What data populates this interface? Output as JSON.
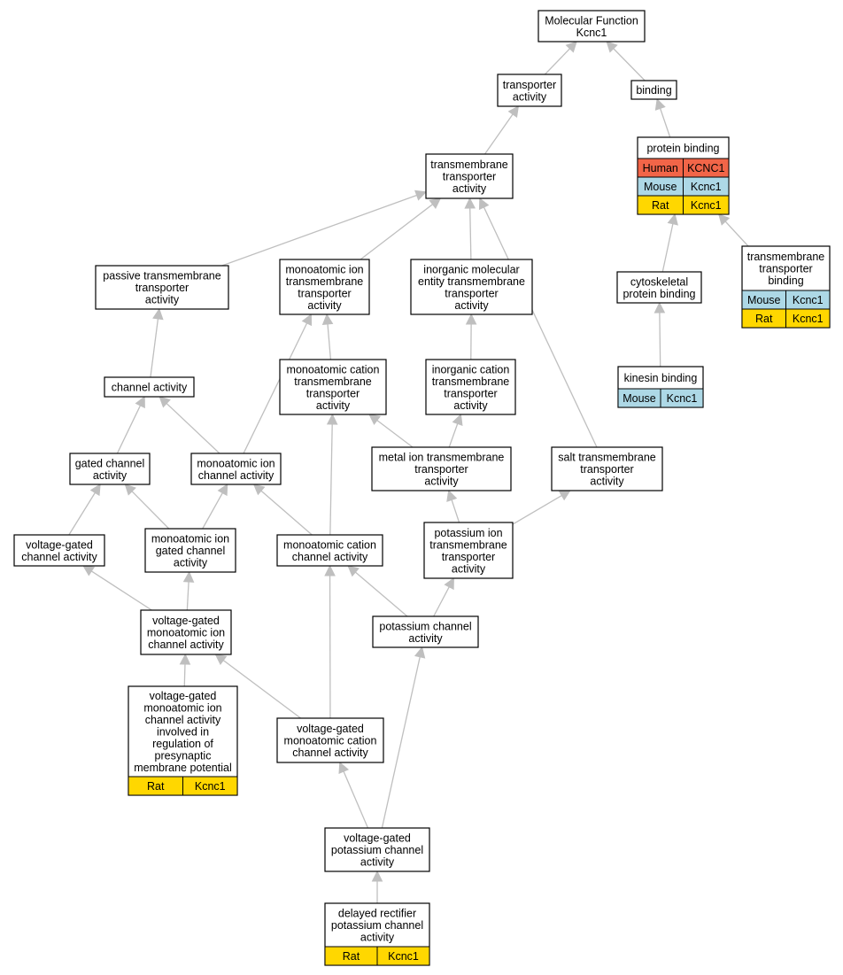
{
  "colors": {
    "edge": "#bfbfbf",
    "node_border": "#000000",
    "node_fill": "#ffffff",
    "human": "#f26548",
    "mouse": "#add8e6",
    "rat": "#ffd700"
  },
  "nodes": [
    {
      "id": "molecular_function",
      "lines": [
        "Molecular Function",
        "Kcnc1"
      ]
    },
    {
      "id": "transporter_activity",
      "lines": [
        "transporter",
        "activity"
      ]
    },
    {
      "id": "binding",
      "lines": [
        "binding"
      ]
    },
    {
      "id": "protein_binding",
      "lines": [
        "protein binding"
      ],
      "rows": [
        [
          "Human",
          "KCNC1"
        ],
        [
          "Mouse",
          "Kcnc1"
        ],
        [
          "Rat",
          "Kcnc1"
        ]
      ]
    },
    {
      "id": "transmembrane_transporter_activity",
      "lines": [
        "transmembrane",
        "transporter",
        "activity"
      ]
    },
    {
      "id": "passive_transmembrane_transporter_activity",
      "lines": [
        "passive transmembrane",
        "transporter",
        "activity"
      ]
    },
    {
      "id": "monoatomic_ion_transmembrane_transporter_activity",
      "lines": [
        "monoatomic ion",
        "transmembrane",
        "transporter",
        "activity"
      ]
    },
    {
      "id": "inorganic_molecular_entity_transmembrane_transporter_activity",
      "lines": [
        "inorganic molecular",
        "entity transmembrane",
        "transporter",
        "activity"
      ]
    },
    {
      "id": "cytoskeletal_protein_binding",
      "lines": [
        "cytoskeletal",
        "protein binding"
      ]
    },
    {
      "id": "transmembrane_transporter_binding",
      "lines": [
        "transmembrane",
        "transporter",
        "binding"
      ],
      "rows": [
        [
          "Mouse",
          "Kcnc1"
        ],
        [
          "Rat",
          "Kcnc1"
        ]
      ]
    },
    {
      "id": "channel_activity",
      "lines": [
        "channel activity"
      ]
    },
    {
      "id": "monoatomic_cation_transmembrane_transporter_activity",
      "lines": [
        "monoatomic cation",
        "transmembrane",
        "transporter",
        "activity"
      ]
    },
    {
      "id": "inorganic_cation_transmembrane_transporter_activity",
      "lines": [
        "inorganic cation",
        "transmembrane",
        "transporter",
        "activity"
      ]
    },
    {
      "id": "kinesin_binding",
      "lines": [
        "kinesin binding"
      ],
      "rows": [
        [
          "Mouse",
          "Kcnc1"
        ]
      ]
    },
    {
      "id": "gated_channel_activity",
      "lines": [
        "gated channel",
        "activity"
      ]
    },
    {
      "id": "monoatomic_ion_channel_activity",
      "lines": [
        "monoatomic ion",
        "channel activity"
      ]
    },
    {
      "id": "metal_ion_transmembrane_transporter_activity",
      "lines": [
        "metal ion transmembrane",
        "transporter",
        "activity"
      ]
    },
    {
      "id": "salt_transmembrane_transporter_activity",
      "lines": [
        "salt transmembrane",
        "transporter",
        "activity"
      ]
    },
    {
      "id": "voltage_gated_channel_activity",
      "lines": [
        "voltage-gated",
        "channel activity"
      ]
    },
    {
      "id": "monoatomic_ion_gated_channel_activity",
      "lines": [
        "monoatomic ion",
        "gated channel",
        "activity"
      ]
    },
    {
      "id": "monoatomic_cation_channel_activity",
      "lines": [
        "monoatomic cation",
        "channel activity"
      ]
    },
    {
      "id": "potassium_ion_transmembrane_transporter_activity",
      "lines": [
        "potassium ion",
        "transmembrane",
        "transporter",
        "activity"
      ]
    },
    {
      "id": "voltage_gated_monoatomic_ion_channel_activity",
      "lines": [
        "voltage-gated",
        "monoatomic ion",
        "channel activity"
      ]
    },
    {
      "id": "potassium_channel_activity",
      "lines": [
        "potassium channel",
        "activity"
      ]
    },
    {
      "id": "presynaptic_membrane_potential",
      "lines": [
        "voltage-gated",
        "monoatomic ion",
        "channel activity",
        "involved in",
        "regulation of",
        "presynaptic",
        "membrane potential"
      ],
      "rows": [
        [
          "Rat",
          "Kcnc1"
        ]
      ]
    },
    {
      "id": "voltage_gated_monoatomic_cation_channel_activity",
      "lines": [
        "voltage-gated",
        "monoatomic cation",
        "channel activity"
      ]
    },
    {
      "id": "voltage_gated_potassium_channel_activity",
      "lines": [
        "voltage-gated",
        "potassium channel",
        "activity"
      ]
    },
    {
      "id": "delayed_rectifier_potassium_channel_activity",
      "lines": [
        "delayed rectifier",
        "potassium channel",
        "activity"
      ],
      "rows": [
        [
          "Rat",
          "Kcnc1"
        ]
      ]
    }
  ],
  "edges": [
    [
      "transporter_activity",
      "molecular_function"
    ],
    [
      "binding",
      "molecular_function"
    ],
    [
      "protein_binding",
      "binding"
    ],
    [
      "transmembrane_transporter_activity",
      "transporter_activity"
    ],
    [
      "passive_transmembrane_transporter_activity",
      "transmembrane_transporter_activity"
    ],
    [
      "monoatomic_ion_transmembrane_transporter_activity",
      "transmembrane_transporter_activity"
    ],
    [
      "inorganic_molecular_entity_transmembrane_transporter_activity",
      "transmembrane_transporter_activity"
    ],
    [
      "salt_transmembrane_transporter_activity",
      "transmembrane_transporter_activity"
    ],
    [
      "cytoskeletal_protein_binding",
      "protein_binding"
    ],
    [
      "transmembrane_transporter_binding",
      "protein_binding"
    ],
    [
      "kinesin_binding",
      "cytoskeletal_protein_binding"
    ],
    [
      "channel_activity",
      "passive_transmembrane_transporter_activity"
    ],
    [
      "monoatomic_cation_transmembrane_transporter_activity",
      "monoatomic_ion_transmembrane_transporter_activity"
    ],
    [
      "monoatomic_ion_channel_activity",
      "monoatomic_ion_transmembrane_transporter_activity"
    ],
    [
      "inorganic_cation_transmembrane_transporter_activity",
      "inorganic_molecular_entity_transmembrane_transporter_activity"
    ],
    [
      "gated_channel_activity",
      "channel_activity"
    ],
    [
      "monoatomic_ion_channel_activity",
      "channel_activity"
    ],
    [
      "monoatomic_cation_channel_activity",
      "monoatomic_cation_transmembrane_transporter_activity"
    ],
    [
      "metal_ion_transmembrane_transporter_activity",
      "monoatomic_cation_transmembrane_transporter_activity"
    ],
    [
      "metal_ion_transmembrane_transporter_activity",
      "inorganic_cation_transmembrane_transporter_activity"
    ],
    [
      "voltage_gated_channel_activity",
      "gated_channel_activity"
    ],
    [
      "monoatomic_ion_gated_channel_activity",
      "gated_channel_activity"
    ],
    [
      "monoatomic_ion_gated_channel_activity",
      "monoatomic_ion_channel_activity"
    ],
    [
      "monoatomic_cation_channel_activity",
      "monoatomic_ion_channel_activity"
    ],
    [
      "potassium_ion_transmembrane_transporter_activity",
      "metal_ion_transmembrane_transporter_activity"
    ],
    [
      "potassium_ion_transmembrane_transporter_activity",
      "salt_transmembrane_transporter_activity"
    ],
    [
      "voltage_gated_monoatomic_ion_channel_activity",
      "voltage_gated_channel_activity"
    ],
    [
      "voltage_gated_monoatomic_ion_channel_activity",
      "monoatomic_ion_gated_channel_activity"
    ],
    [
      "potassium_channel_activity",
      "monoatomic_cation_channel_activity"
    ],
    [
      "potassium_channel_activity",
      "potassium_ion_transmembrane_transporter_activity"
    ],
    [
      "presynaptic_membrane_potential",
      "voltage_gated_monoatomic_ion_channel_activity"
    ],
    [
      "voltage_gated_monoatomic_cation_channel_activity",
      "voltage_gated_monoatomic_ion_channel_activity"
    ],
    [
      "voltage_gated_monoatomic_cation_channel_activity",
      "monoatomic_cation_channel_activity"
    ],
    [
      "voltage_gated_potassium_channel_activity",
      "voltage_gated_monoatomic_cation_channel_activity"
    ],
    [
      "voltage_gated_potassium_channel_activity",
      "potassium_channel_activity"
    ],
    [
      "delayed_rectifier_potassium_channel_activity",
      "voltage_gated_potassium_channel_activity"
    ]
  ]
}
